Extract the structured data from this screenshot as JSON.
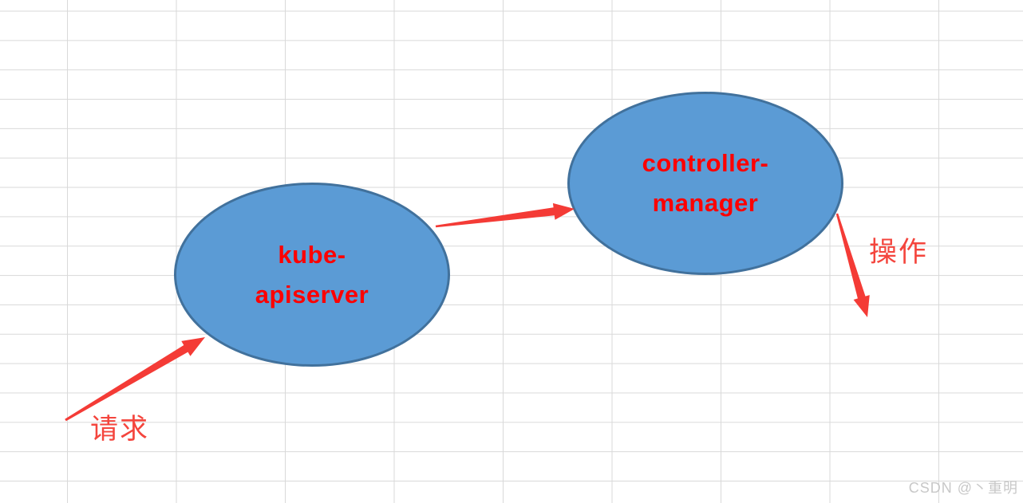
{
  "diagram": {
    "nodes": [
      {
        "label": "kube-\napiserver"
      },
      {
        "label": "controller-\nmanager"
      }
    ],
    "edges": {
      "request_label": "请求",
      "operate_label": "操作"
    }
  },
  "watermark": {
    "text": "CSDN @丶重明"
  },
  "colors": {
    "canvas_bg": "#ffffff",
    "grid_line": "#d9d9d9",
    "node_fill": "#5b9bd5",
    "node_border": "#41719c",
    "node_text": "#fe0000",
    "arrow": "#f43b36",
    "edge_label": "#f4453d",
    "watermark": "#c8c8c8"
  }
}
